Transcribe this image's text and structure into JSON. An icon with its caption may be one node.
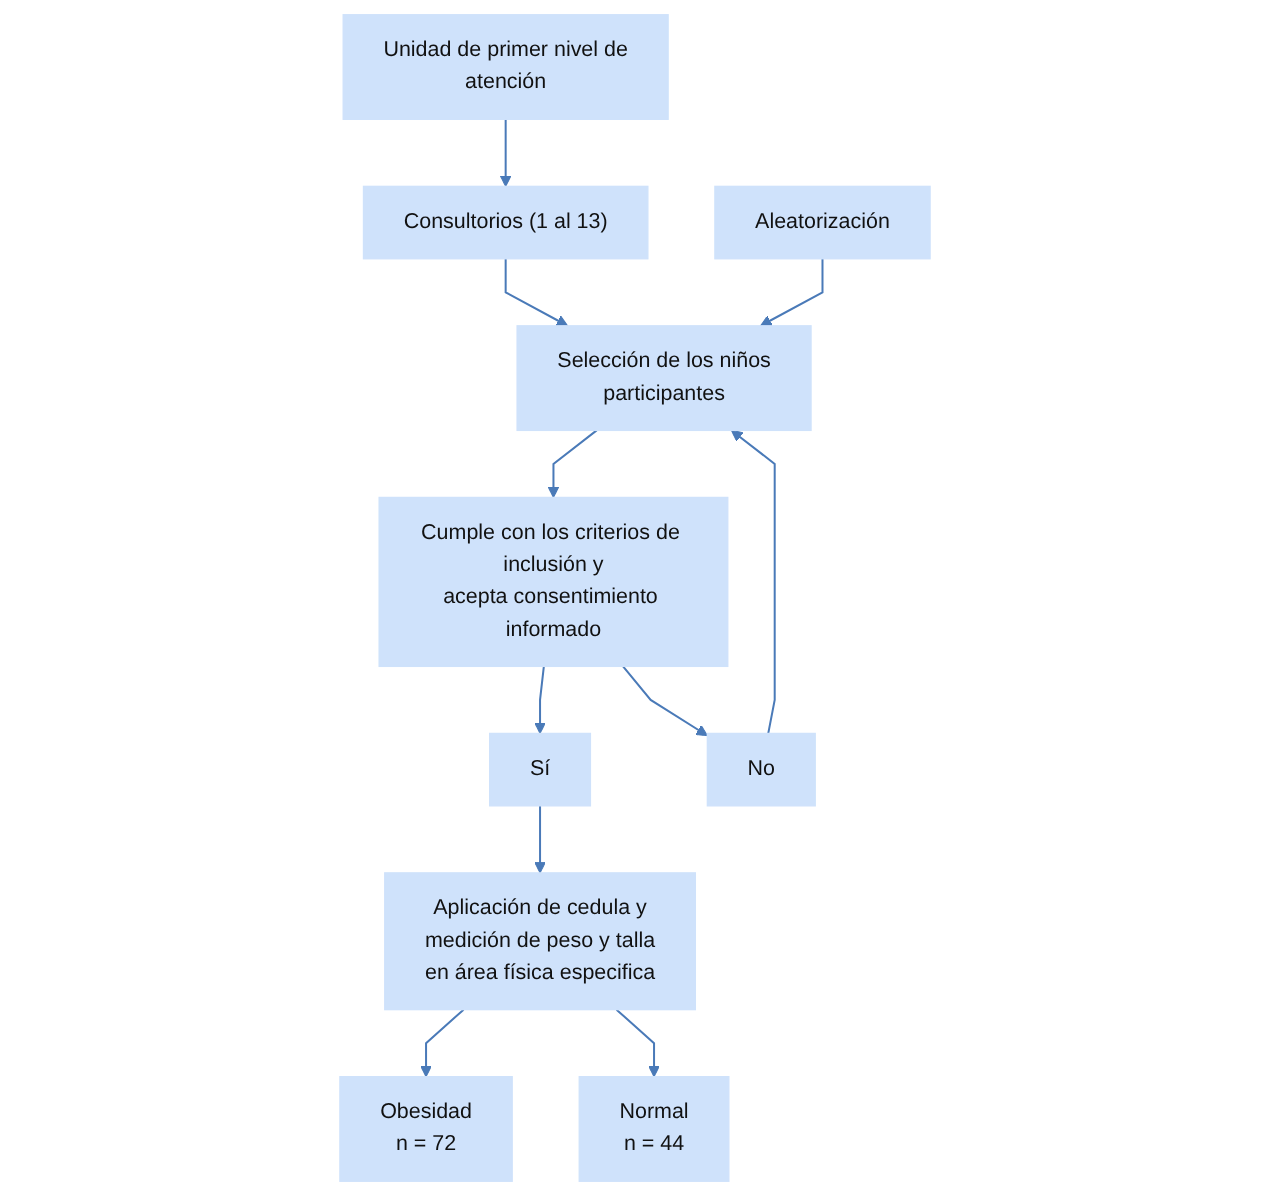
{
  "diagram": {
    "nodes": [
      {
        "text": [
          "Unidad de primer nivel de atención"
        ]
      },
      {
        "text": [
          "Consultorios (1 al 13)"
        ]
      },
      {
        "text": [
          "Aleatorización"
        ]
      },
      {
        "text": [
          "Selección de los niños participantes"
        ]
      },
      {
        "text": [
          "Cumple con los criterios de inclusión y acepta consentimiento informado"
        ]
      },
      {
        "text": [
          "Sí"
        ]
      },
      {
        "text": [
          "No"
        ]
      },
      {
        "text": [
          "Aplicación de cedula y medición de peso y talla en área física especifica"
        ]
      },
      {
        "text": [
          "Obesidad n = 72"
        ]
      },
      {
        "text": [
          "Normal n = 44"
        ]
      }
    ],
    "edges": [
      {
        "from": 0,
        "to": 1,
        "arrow": "to"
      },
      {
        "from": 1,
        "to": 3,
        "arrow": "to"
      },
      {
        "from": 2,
        "to": 3,
        "arrow": "to"
      },
      {
        "from": 3,
        "to": 4,
        "arrow": "to"
      },
      {
        "from": 4,
        "to": 5,
        "arrow": "to"
      },
      {
        "from": 4,
        "to": 6,
        "arrow": "to"
      },
      {
        "from": 6,
        "to": 3,
        "arrow": "to"
      },
      {
        "from": 5,
        "to": 7,
        "arrow": "to"
      },
      {
        "from": 7,
        "to": 8,
        "arrow": "to"
      },
      {
        "from": 7,
        "to": 9,
        "arrow": "to"
      }
    ]
  }
}
